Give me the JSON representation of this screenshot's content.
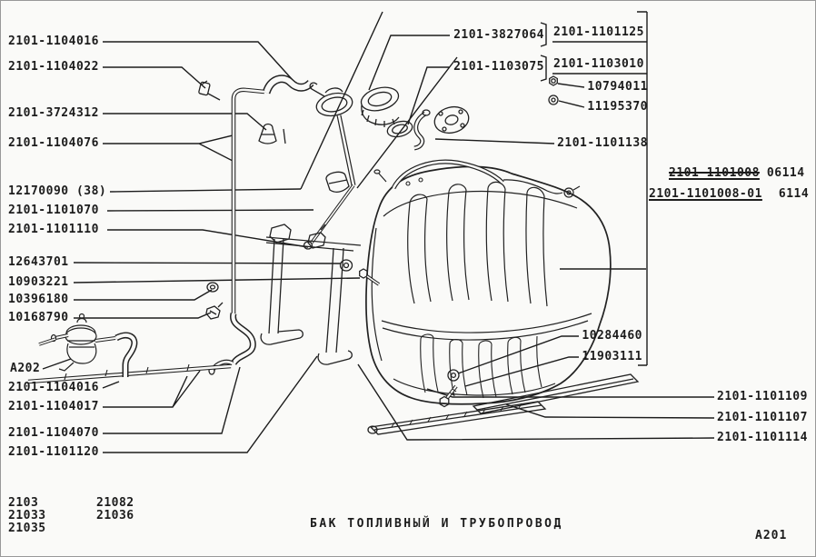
{
  "drawing": {
    "title": "БАК ТОПЛИВНЫЙ И ТРУБОПРОВОД",
    "sheet_code": "A201",
    "ink_color": "#1c1c1c",
    "paper_color": "#fafaf8"
  },
  "models": {
    "column1": [
      "2103",
      "21033",
      "21035"
    ],
    "column2": [
      "21082",
      "21036"
    ]
  },
  "part_labels": {
    "left": [
      "2101-1104016",
      "2101-1104022",
      "2101-3724312",
      "2101-1104076",
      "12170090 (38)",
      "2101-1101070",
      "2101-1101110",
      "12643701",
      "10903221",
      "10396180",
      "10168790",
      "A202",
      "2101-1104016",
      "2101-1104017",
      "2101-1104070",
      "2101-1101120"
    ],
    "filler_group": {
      "cap": "2101-3827064",
      "cap_assembly": "2101-1101125",
      "gasket": "2101-1103075",
      "neck_assembly": "2101-1103010",
      "nut": "10794011",
      "washer": "11195370",
      "horn": "2101-1101138"
    },
    "tank_assembly": {
      "old_number": "2101-1101008",
      "old_code": "06114",
      "new_number": "2101-1101008-01",
      "new_code": "6114"
    },
    "bottom_right": [
      "10284460",
      "11903111",
      "2101-1101109",
      "2101-1101107",
      "2101-1101114"
    ]
  }
}
